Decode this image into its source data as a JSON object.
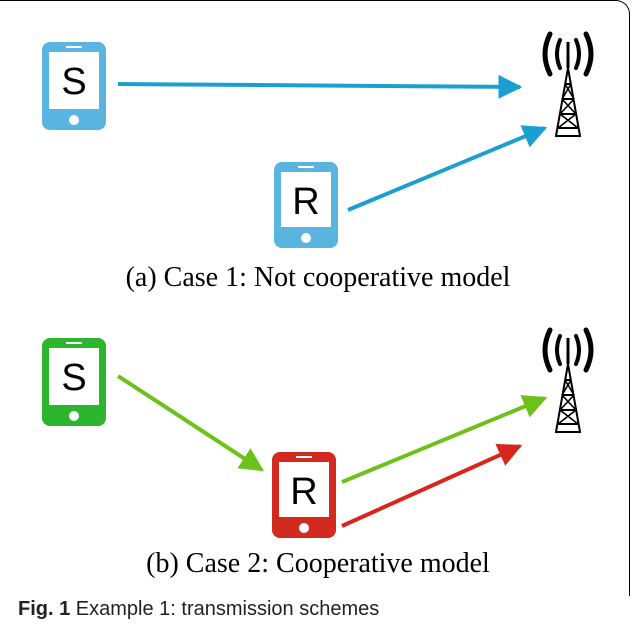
{
  "panel_a": {
    "caption": "(a) Case 1: Not cooperative model",
    "source_label": "S",
    "relay_label": "R",
    "device_color": "#5ab4e0",
    "arrow_color": "#1a9fd0"
  },
  "panel_b": {
    "caption": "(b) Case 2: Cooperative model",
    "source_label": "S",
    "relay_label": "R",
    "source_color": "#2db52d",
    "relay_color": "#d22a1e",
    "green_arrow_color": "#6cc21a",
    "red_arrow_color": "#d9261c"
  },
  "figure": {
    "label": "Fig. 1",
    "text": " Example 1: transmission schemes"
  }
}
